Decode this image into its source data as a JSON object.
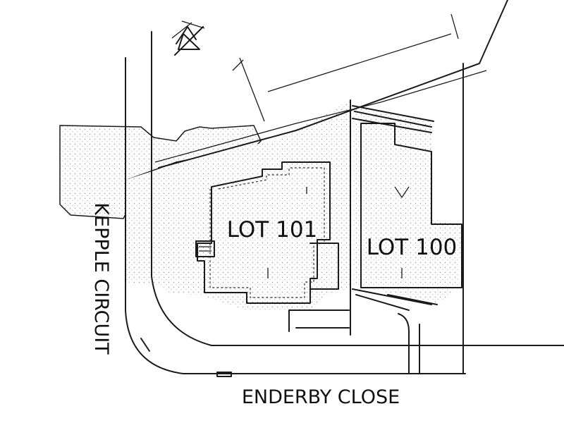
{
  "labels": {
    "lot_101": "LOT 101",
    "lot_100": "LOT 100",
    "street_east_west": "ENDERBY CLOSE",
    "street_north_south": "KEPPLE CIRCUIT"
  },
  "icons": {
    "north_arrow": "north-arrow-icon"
  },
  "colors": {
    "line": "#1a1a1a",
    "hatch": "#9a9a9a",
    "background": "#ffffff"
  }
}
